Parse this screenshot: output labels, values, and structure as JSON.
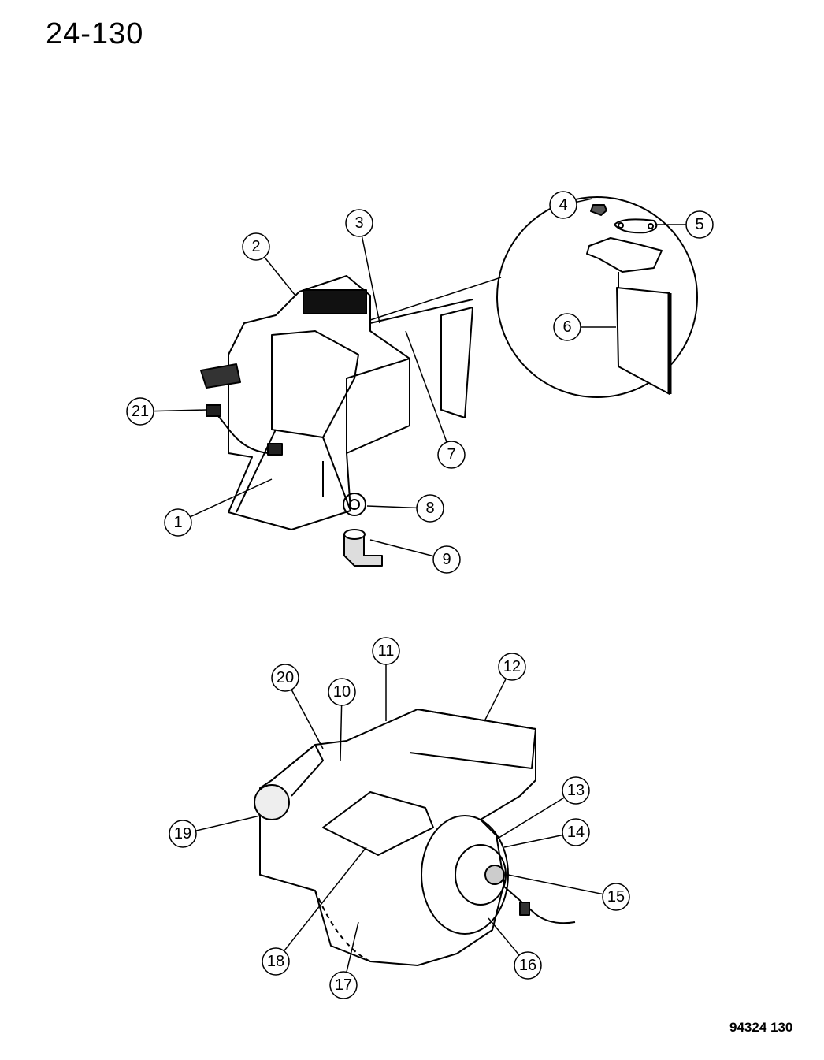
{
  "page_number": "24-130",
  "figure_code": "94324  130",
  "callouts": [
    "1",
    "2",
    "3",
    "4",
    "5",
    "6",
    "7",
    "8",
    "9",
    "10",
    "11",
    "12",
    "13",
    "14",
    "15",
    "16",
    "17",
    "18",
    "19",
    "20",
    "21"
  ]
}
